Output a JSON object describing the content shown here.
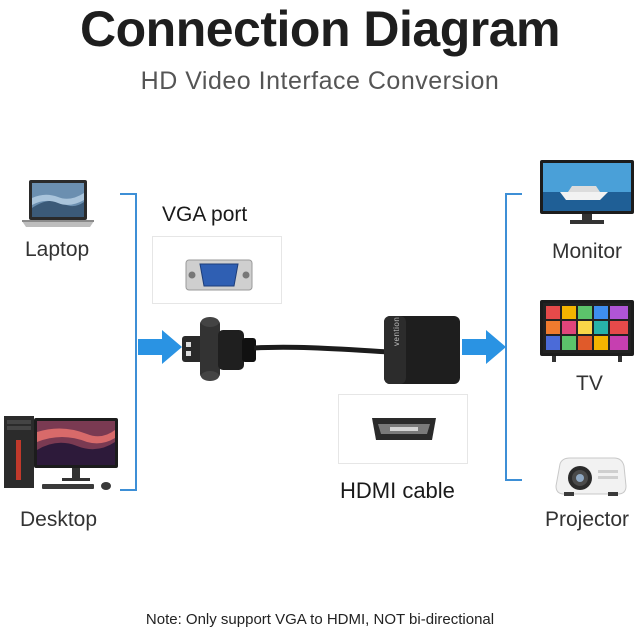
{
  "header": {
    "title": "Connection Diagram",
    "subtitle": "HD Video Interface Conversion"
  },
  "sources": {
    "laptop": "Laptop",
    "desktop": "Desktop"
  },
  "outputs": {
    "monitor": "Monitor",
    "tv": "TV",
    "projector": "Projector"
  },
  "ports": {
    "vga_port": "VGA port",
    "hdmi_cable": "HDMI cable",
    "adapter_brand": "vention"
  },
  "note": "Note: Only support VGA to HDMI, NOT bi-directional",
  "colors": {
    "bracket": "#3d8fd6",
    "arrow": "#2a93e3",
    "cable": "#1c1c1c"
  }
}
